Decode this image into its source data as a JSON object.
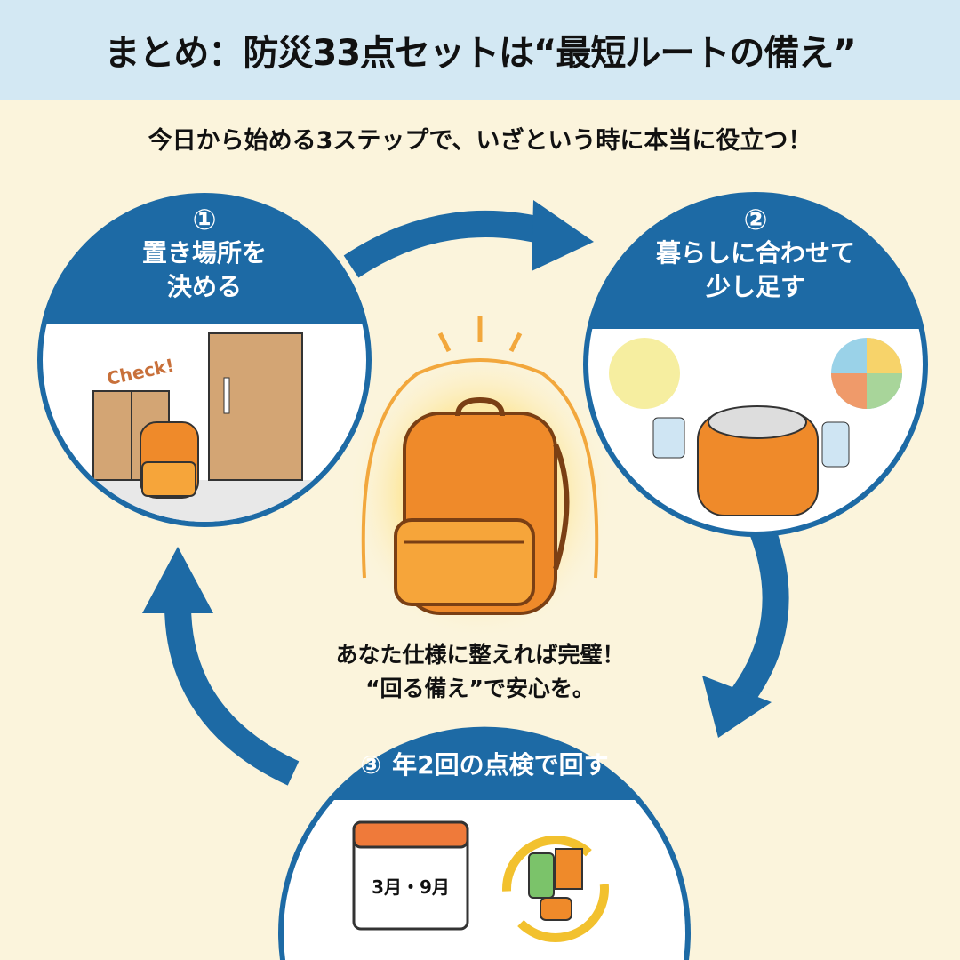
{
  "header": {
    "title": "まとめ：防災33点セットは“最短ルートの備え”"
  },
  "subtitle": "今日から始める3ステップで、いざという時に本当に役立つ！",
  "steps": [
    {
      "number": "①",
      "label_line1": "置き場所を",
      "label_line2": "決める",
      "badge": "Check!"
    },
    {
      "number": "②",
      "label_line1": "暮らしに合わせて",
      "label_line2": "少し足す"
    },
    {
      "number": "③",
      "label": "年2回の点検で回す",
      "calendar_text": "3月・9月"
    }
  ],
  "center": {
    "line1": "あなた仕様に整えれば完璧！",
    "line2": "“回る備え”で安心を。"
  },
  "colors": {
    "blue": "#1d6aa5",
    "header_bg": "#d3e8f3",
    "background": "#fbf4dc",
    "orange": "#ee8a2e"
  }
}
